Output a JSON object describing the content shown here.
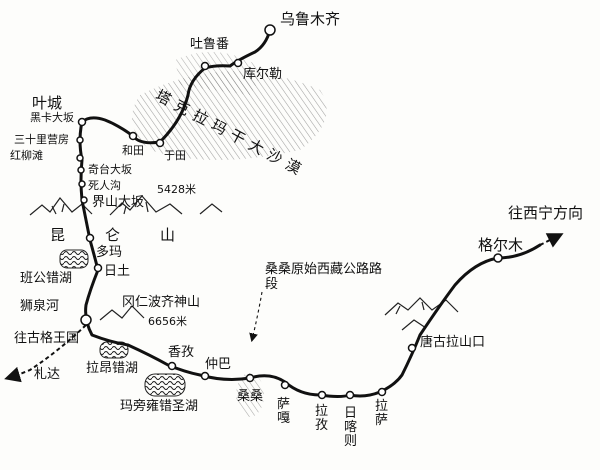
{
  "map": {
    "cities": {
      "urumqi": "乌鲁木齐",
      "turpan": "吐鲁番",
      "korla": "库尔勒",
      "yecheng": "叶城",
      "hotan": "和田",
      "yutian": "于田",
      "ngari": "日土",
      "duoma": "多玛",
      "shiquanhe": "狮泉河",
      "xiangzi": "香孜",
      "zhongba": "仲巴",
      "sangsang": "桑桑",
      "saga": "萨嘎",
      "lazi": "拉孜",
      "shigatse": "日喀则",
      "lhasa": "拉萨",
      "golmud": "格尔木"
    },
    "passes": {
      "heika": "黑卡大坂",
      "sanshili": "三十里营房",
      "hongliutan": "红柳滩",
      "qitai": "奇台大坂",
      "sirengou": "死人沟",
      "jieshan": "界山大坂",
      "jieshan_alt": "5428米",
      "tanggula": "唐古拉山口"
    },
    "regions": {
      "taklamakan": "塔克拉玛干大沙漠",
      "kunlun": "昆仑山",
      "gangdise": "冈仁波齐神山",
      "gangdise_alt": "6656米"
    },
    "lakes": {
      "bangong": "班公错湖",
      "lagang": "拉昂错湖",
      "manasarovar": "玛旁雍错圣湖"
    },
    "directions": {
      "xining": "往西宁方向",
      "ali": "往古格王国",
      "zhada": "札达"
    },
    "annotation": "桑桑原始西藏公路路段"
  }
}
